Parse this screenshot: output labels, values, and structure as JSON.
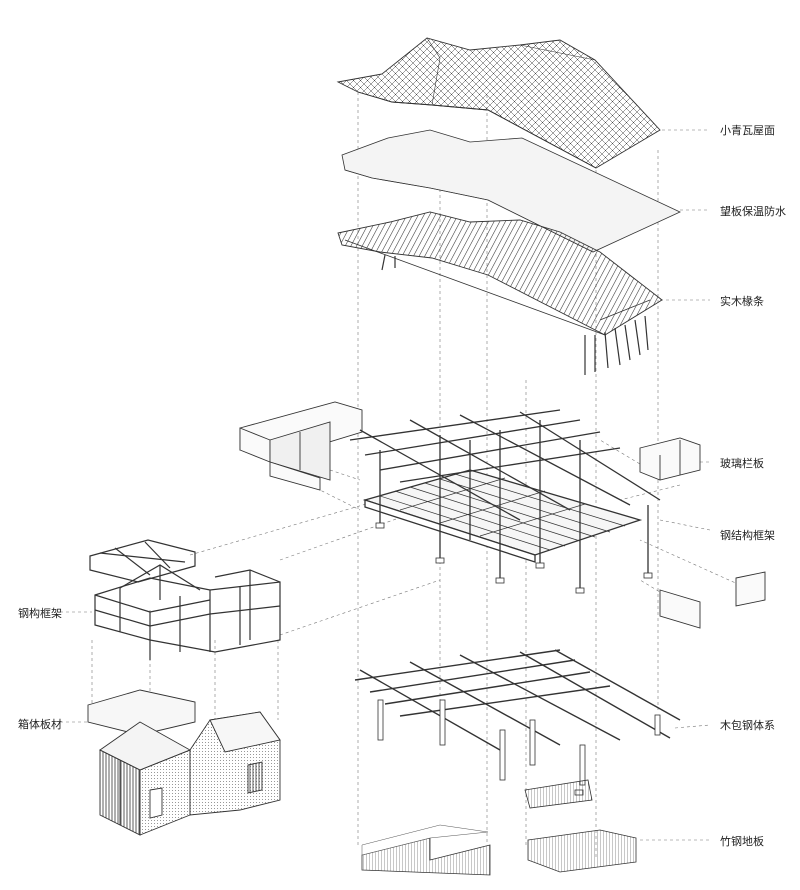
{
  "labels": {
    "roof_tiles": "小青瓦屋面",
    "insulation": "望板保温防水",
    "rafters": "实木椽条",
    "glass_railing": "玻璃栏板",
    "steel_frame": "钢结构框架",
    "box_steel_frame": "钢构框架",
    "box_panels": "箱体板材",
    "wood_steel_system": "木包钢体系",
    "bamboo_floor": "竹钢地板"
  },
  "colors": {
    "line": "#333333",
    "dashed": "#777777",
    "fill_light": "#f4f4f4",
    "hatch": "#555555"
  }
}
